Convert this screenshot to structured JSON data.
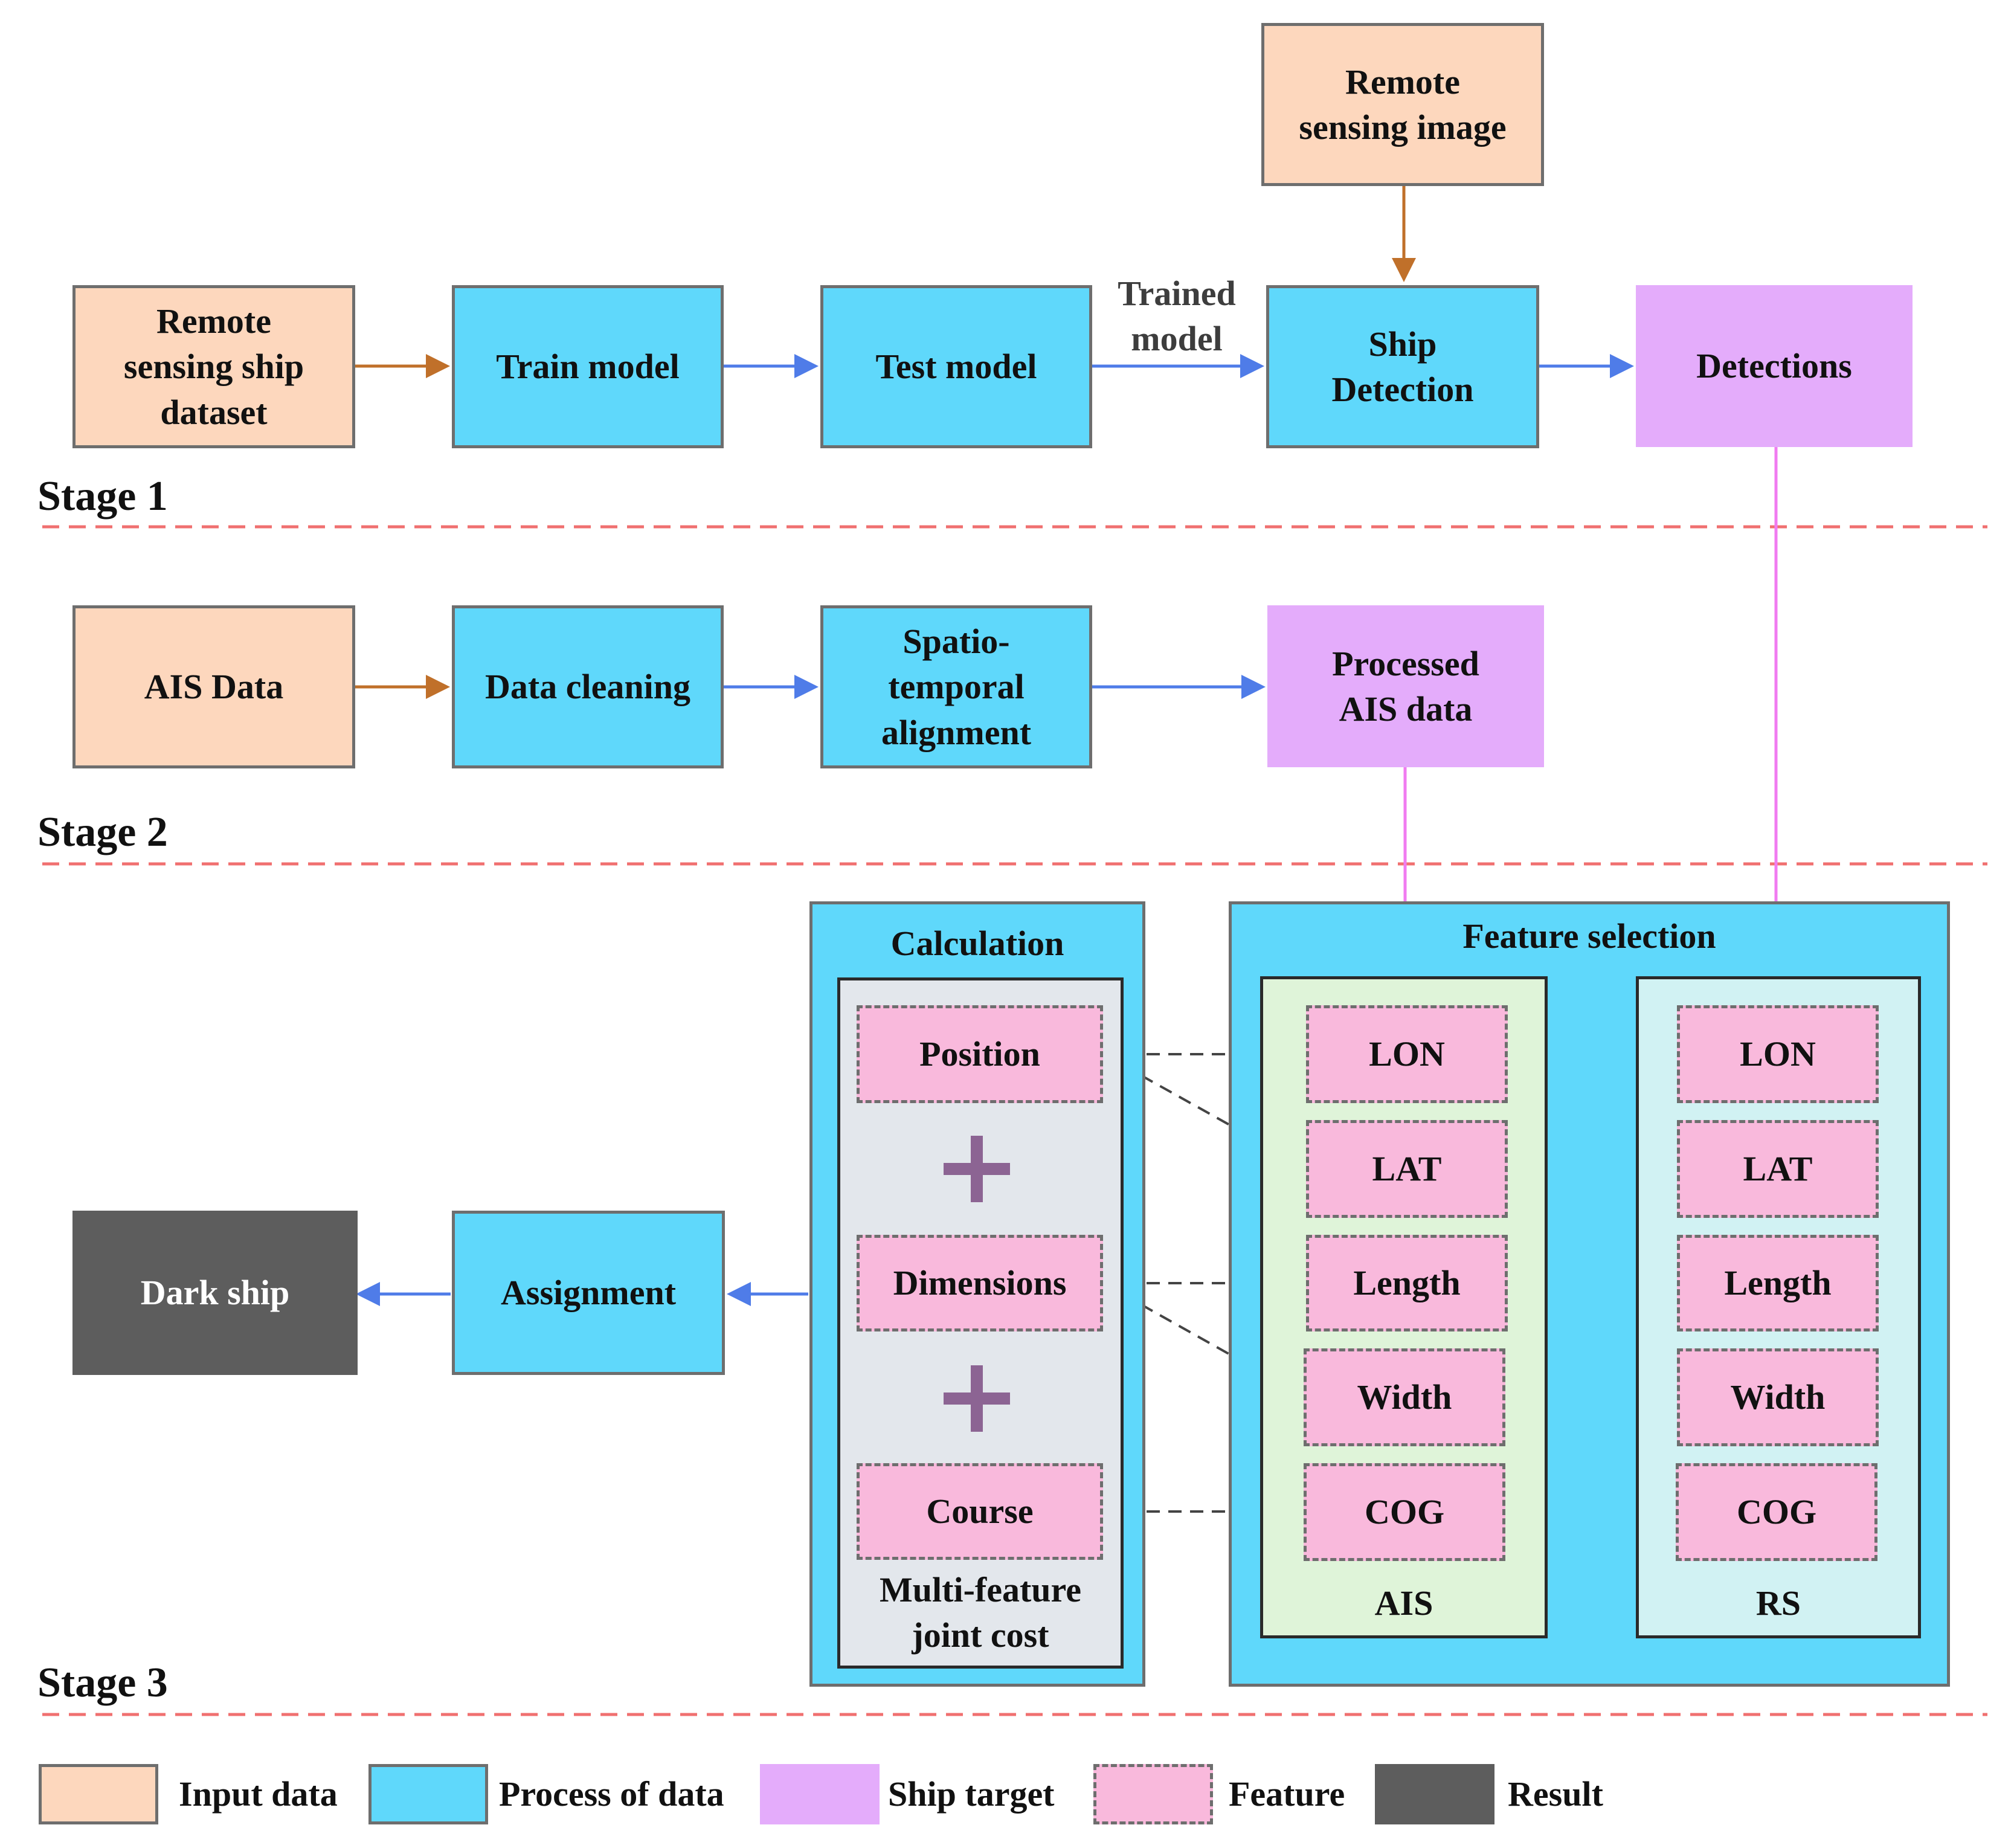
{
  "colors": {
    "input": "#fdd7bd",
    "process": "#5fd8fb",
    "ship_target": "#e4acfb",
    "feature": "#f9b9dc",
    "result": "#5d5d5d",
    "arrow_input": "#c0702a",
    "arrow_process": "#4f7ce8",
    "arrow_target": "#f07cf0",
    "stage_divider": "#f07070"
  },
  "stage1": {
    "label": "Stage 1",
    "dataset": "Remote\nsensing ship\ndataset",
    "train": "Train model",
    "test": "Test model",
    "trained_model": "Trained\nmodel",
    "rs_image": "Remote\nsensing image",
    "ship_detection": "Ship\nDetection",
    "detections": "Detections"
  },
  "stage2": {
    "label": "Stage 2",
    "ais_data": "AIS Data",
    "cleaning": "Data cleaning",
    "alignment": "Spatio-\ntemporal\nalignment",
    "processed": "Processed\nAIS data"
  },
  "stage3": {
    "label": "Stage 3",
    "dark_ship": "Dark ship",
    "assignment": "Assignment",
    "calculation": "Calculation",
    "cost_items": [
      "Position",
      "Dimensions",
      "Course"
    ],
    "cost_caption": "Multi-feature\njoint cost",
    "feature_selection": "Feature selection",
    "ais_features": [
      "LON",
      "LAT",
      "Length",
      "Width",
      "COG"
    ],
    "ais_caption": "AIS",
    "rs_features": [
      "LON",
      "LAT",
      "Length",
      "Width",
      "COG"
    ],
    "rs_caption": "RS"
  },
  "legend": [
    {
      "label": "Input data",
      "kind": "input"
    },
    {
      "label": "Process of data",
      "kind": "process"
    },
    {
      "label": "Ship target",
      "kind": "target"
    },
    {
      "label": "Feature",
      "kind": "feature"
    },
    {
      "label": "Result",
      "kind": "result"
    }
  ]
}
